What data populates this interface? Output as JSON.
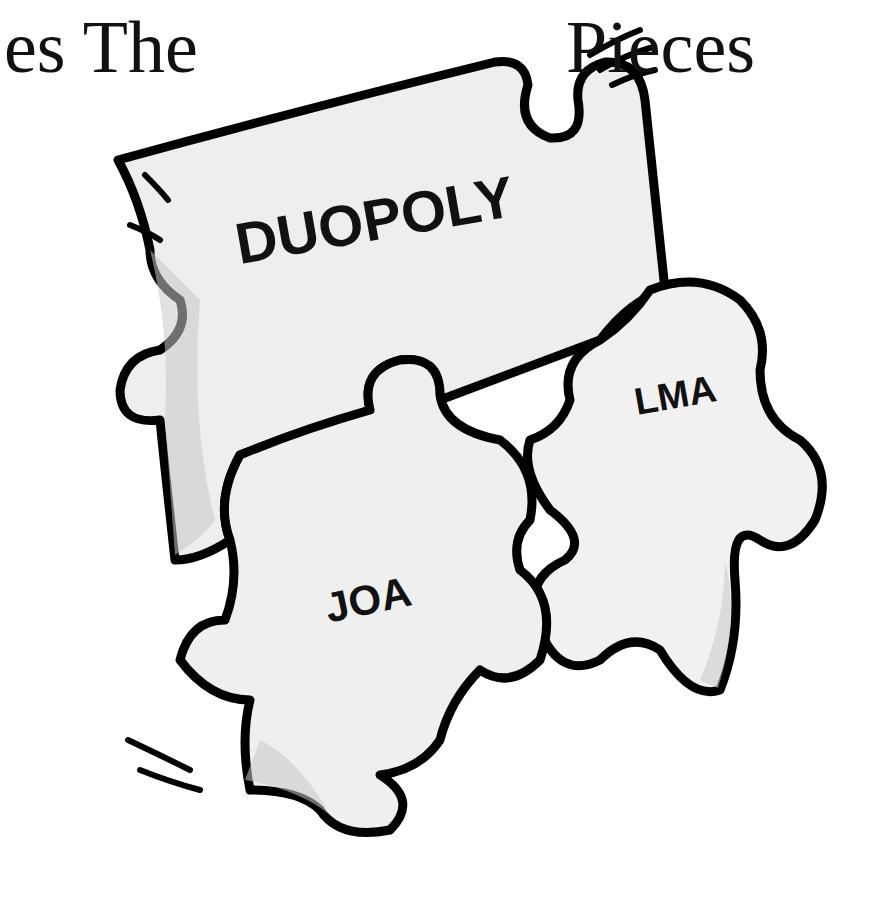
{
  "diagram": {
    "nodes": [
      {
        "text": [
          "DUOPOLY"
        ]
      },
      {
        "text": [
          "JOA"
        ]
      },
      {
        "text": [
          "LMA"
        ]
      }
    ],
    "labels": [
      "es The",
      "Pieces"
    ]
  }
}
